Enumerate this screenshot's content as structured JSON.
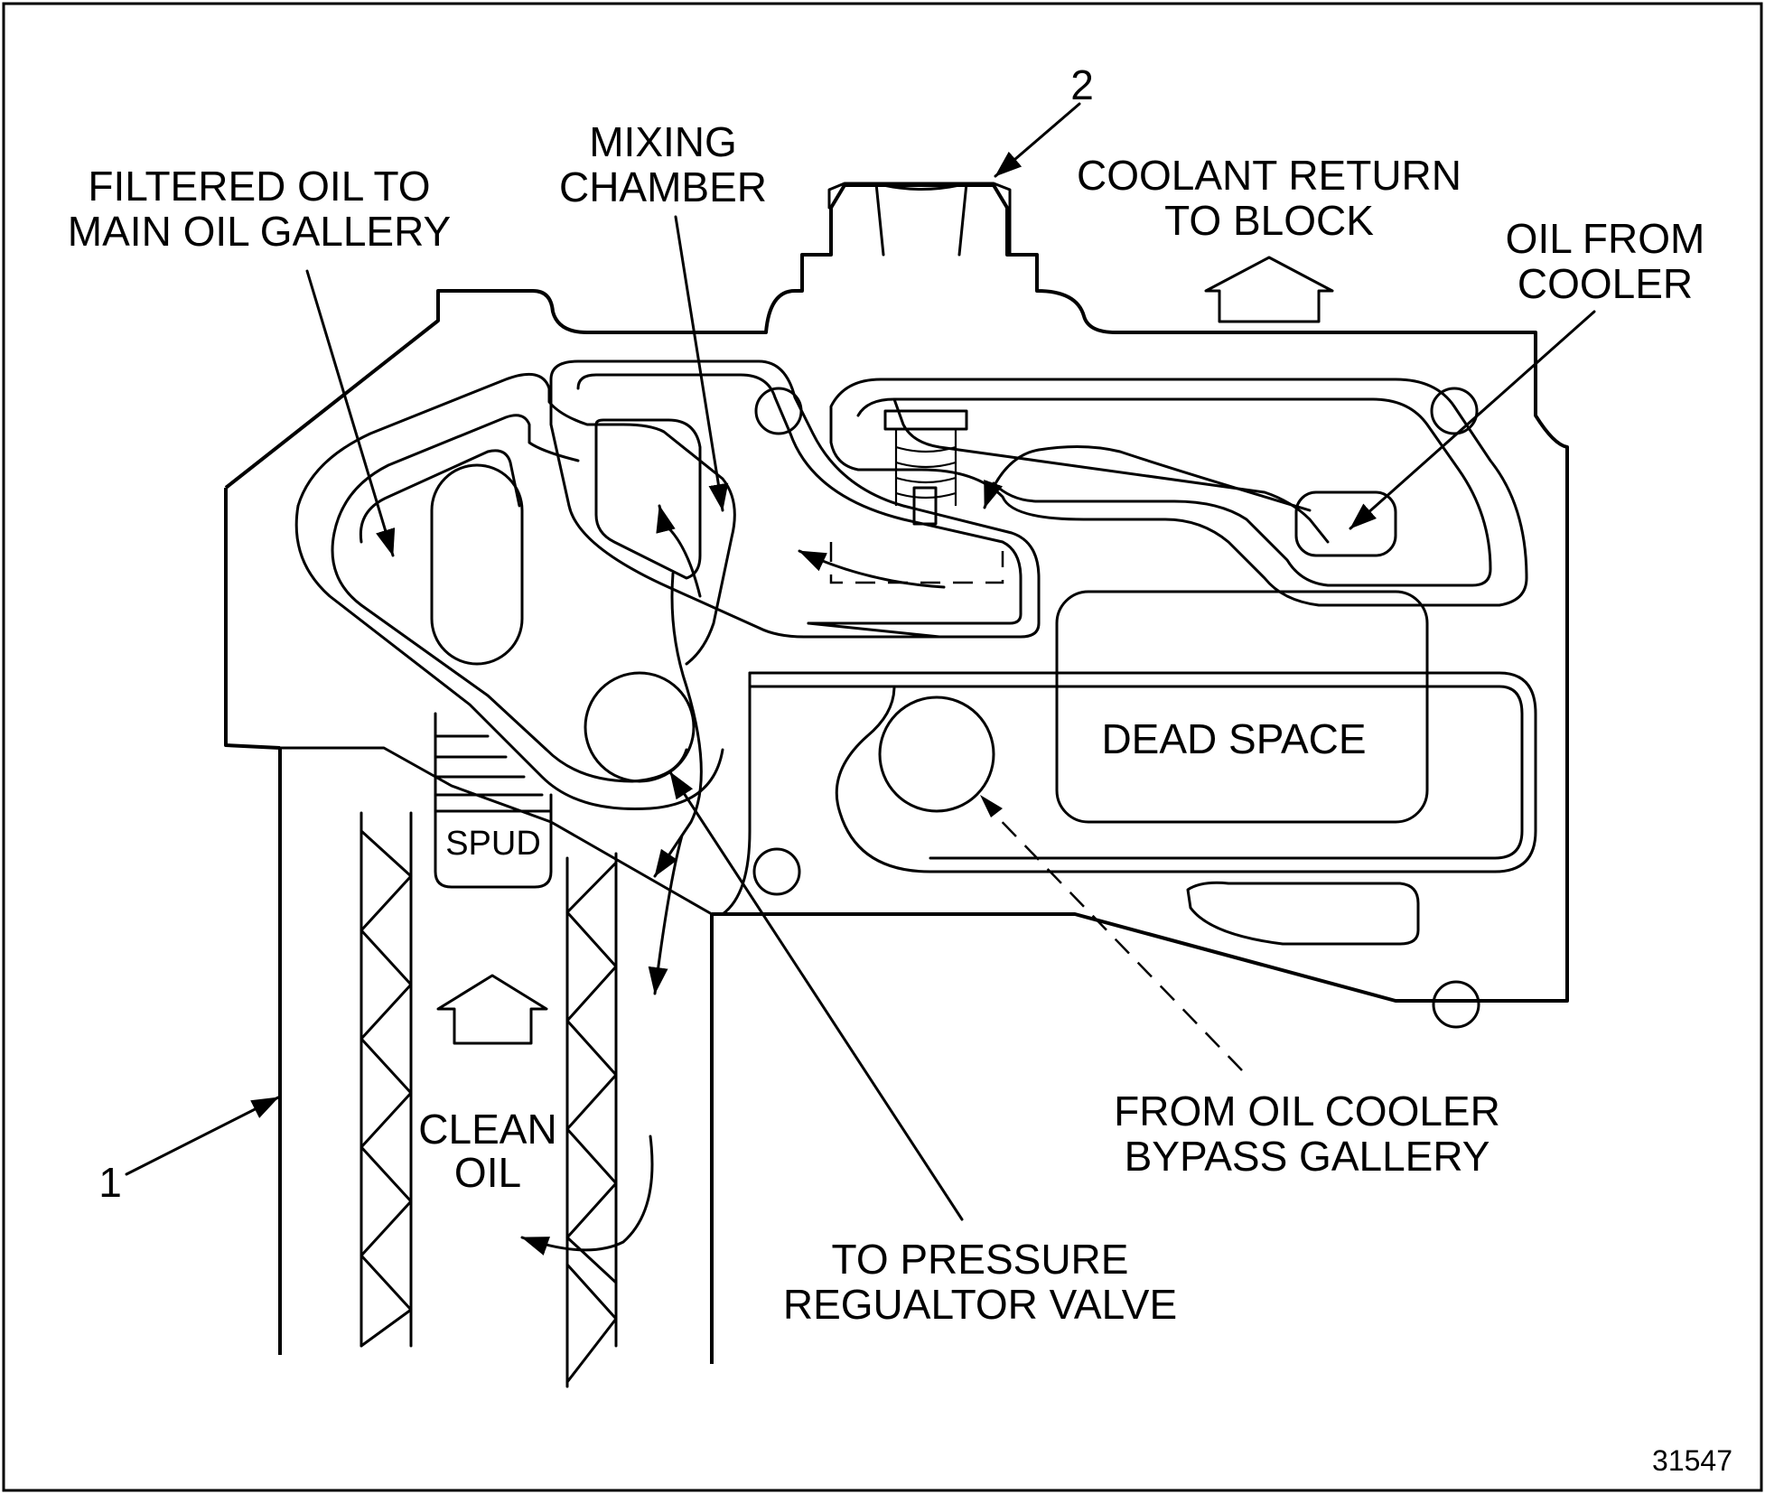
{
  "labels": {
    "filtered_oil": [
      "FILTERED OIL TO",
      "MAIN OIL GALLERY"
    ],
    "mixing_chamber": [
      "MIXING",
      "CHAMBER"
    ],
    "coolant_return": [
      "COOLANT RETURN",
      "TO BLOCK"
    ],
    "oil_from_cooler": [
      "OIL FROM",
      "COOLER"
    ],
    "dead_space": "DEAD SPACE",
    "spud": "SPUD",
    "clean_oil": [
      "CLEAN",
      "OIL"
    ],
    "from_oil_cooler_bypass": [
      "FROM OIL COOLER",
      "BYPASS GALLERY"
    ],
    "to_pressure_regulator": [
      "TO PRESSURE",
      "REGUALTOR VALVE"
    ]
  },
  "callouts": {
    "item_1": "1",
    "item_2": "2"
  },
  "figure_number": "31547"
}
